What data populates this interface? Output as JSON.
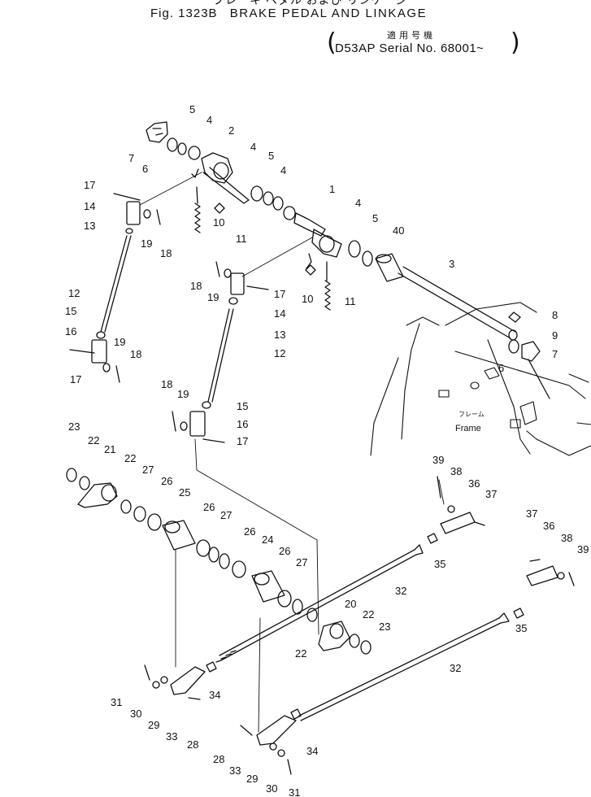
{
  "header": {
    "jp_title": "ブレーキ ペダル および リンケージ",
    "fig_number": "Fig. 1323B",
    "fig_name": "BRAKE PEDAL AND LINKAGE",
    "serial_jp": "適用号機",
    "serial_text": "D53AP Serial No. 68001~",
    "paren_left": "(",
    "paren_right": ")"
  },
  "frame_label": {
    "jp": "フレーム",
    "en": "Frame"
  },
  "callouts": [
    {
      "id": "c5a",
      "label": "5"
    },
    {
      "id": "c4a",
      "label": "4"
    },
    {
      "id": "c2",
      "label": "2"
    },
    {
      "id": "c7a",
      "label": "7"
    },
    {
      "id": "c6a",
      "label": "6"
    },
    {
      "id": "c4b",
      "label": "4"
    },
    {
      "id": "c5b",
      "label": "5"
    },
    {
      "id": "c4c",
      "label": "4"
    },
    {
      "id": "c1",
      "label": "1"
    },
    {
      "id": "c4d",
      "label": "4"
    },
    {
      "id": "c5c",
      "label": "5"
    },
    {
      "id": "c40",
      "label": "40"
    },
    {
      "id": "c3",
      "label": "3"
    },
    {
      "id": "c17a",
      "label": "17"
    },
    {
      "id": "c14a",
      "label": "14"
    },
    {
      "id": "c13a",
      "label": "13"
    },
    {
      "id": "c19a",
      "label": "19"
    },
    {
      "id": "c18a",
      "label": "18"
    },
    {
      "id": "c10a",
      "label": "10"
    },
    {
      "id": "c11a",
      "label": "11"
    },
    {
      "id": "c18b",
      "label": "18"
    },
    {
      "id": "c19b",
      "label": "19"
    },
    {
      "id": "c17b",
      "label": "17"
    },
    {
      "id": "c14b",
      "label": "14"
    },
    {
      "id": "c13b",
      "label": "13"
    },
    {
      "id": "c10b",
      "label": "10"
    },
    {
      "id": "c11b",
      "label": "11"
    },
    {
      "id": "c12a",
      "label": "12"
    },
    {
      "id": "c15a",
      "label": "15"
    },
    {
      "id": "c16a",
      "label": "16"
    },
    {
      "id": "c17c",
      "label": "17"
    },
    {
      "id": "c19c",
      "label": "19"
    },
    {
      "id": "c18c",
      "label": "18"
    },
    {
      "id": "c12b",
      "label": "12"
    },
    {
      "id": "c8",
      "label": "8"
    },
    {
      "id": "c9",
      "label": "9"
    },
    {
      "id": "c7b",
      "label": "7"
    },
    {
      "id": "c6b",
      "label": "6"
    },
    {
      "id": "c18d",
      "label": "18"
    },
    {
      "id": "c19d",
      "label": "19"
    },
    {
      "id": "c15b",
      "label": "15"
    },
    {
      "id": "c16b",
      "label": "16"
    },
    {
      "id": "c17d",
      "label": "17"
    },
    {
      "id": "c23a",
      "label": "23"
    },
    {
      "id": "c22a",
      "label": "22"
    },
    {
      "id": "c21",
      "label": "21"
    },
    {
      "id": "c22b",
      "label": "22"
    },
    {
      "id": "c27a",
      "label": "27"
    },
    {
      "id": "c26a",
      "label": "26"
    },
    {
      "id": "c25",
      "label": "25"
    },
    {
      "id": "c26b",
      "label": "26"
    },
    {
      "id": "c27b",
      "label": "27"
    },
    {
      "id": "c26c",
      "label": "26"
    },
    {
      "id": "c24",
      "label": "24"
    },
    {
      "id": "c26d",
      "label": "26"
    },
    {
      "id": "c27c",
      "label": "27"
    },
    {
      "id": "c39a",
      "label": "39"
    },
    {
      "id": "c38a",
      "label": "38"
    },
    {
      "id": "c36a",
      "label": "36"
    },
    {
      "id": "c37a",
      "label": "37"
    },
    {
      "id": "c35a",
      "label": "35"
    },
    {
      "id": "c32a",
      "label": "32"
    },
    {
      "id": "c37b",
      "label": "37"
    },
    {
      "id": "c36b",
      "label": "36"
    },
    {
      "id": "c38b",
      "label": "38"
    },
    {
      "id": "c39b",
      "label": "39"
    },
    {
      "id": "c35b",
      "label": "35"
    },
    {
      "id": "c20",
      "label": "20"
    },
    {
      "id": "c22c",
      "label": "22"
    },
    {
      "id": "c23b",
      "label": "23"
    },
    {
      "id": "c22d",
      "label": "22"
    },
    {
      "id": "c32b",
      "label": "32"
    },
    {
      "id": "c31a",
      "label": "31"
    },
    {
      "id": "c30a",
      "label": "30"
    },
    {
      "id": "c29a",
      "label": "29"
    },
    {
      "id": "c33a",
      "label": "33"
    },
    {
      "id": "c34a",
      "label": "34"
    },
    {
      "id": "c28a",
      "label": "28"
    },
    {
      "id": "c28b",
      "label": "28"
    },
    {
      "id": "c33b",
      "label": "33"
    },
    {
      "id": "c29b",
      "label": "29"
    },
    {
      "id": "c30b",
      "label": "30"
    },
    {
      "id": "c31b",
      "label": "31"
    },
    {
      "id": "c34b",
      "label": "34"
    }
  ]
}
